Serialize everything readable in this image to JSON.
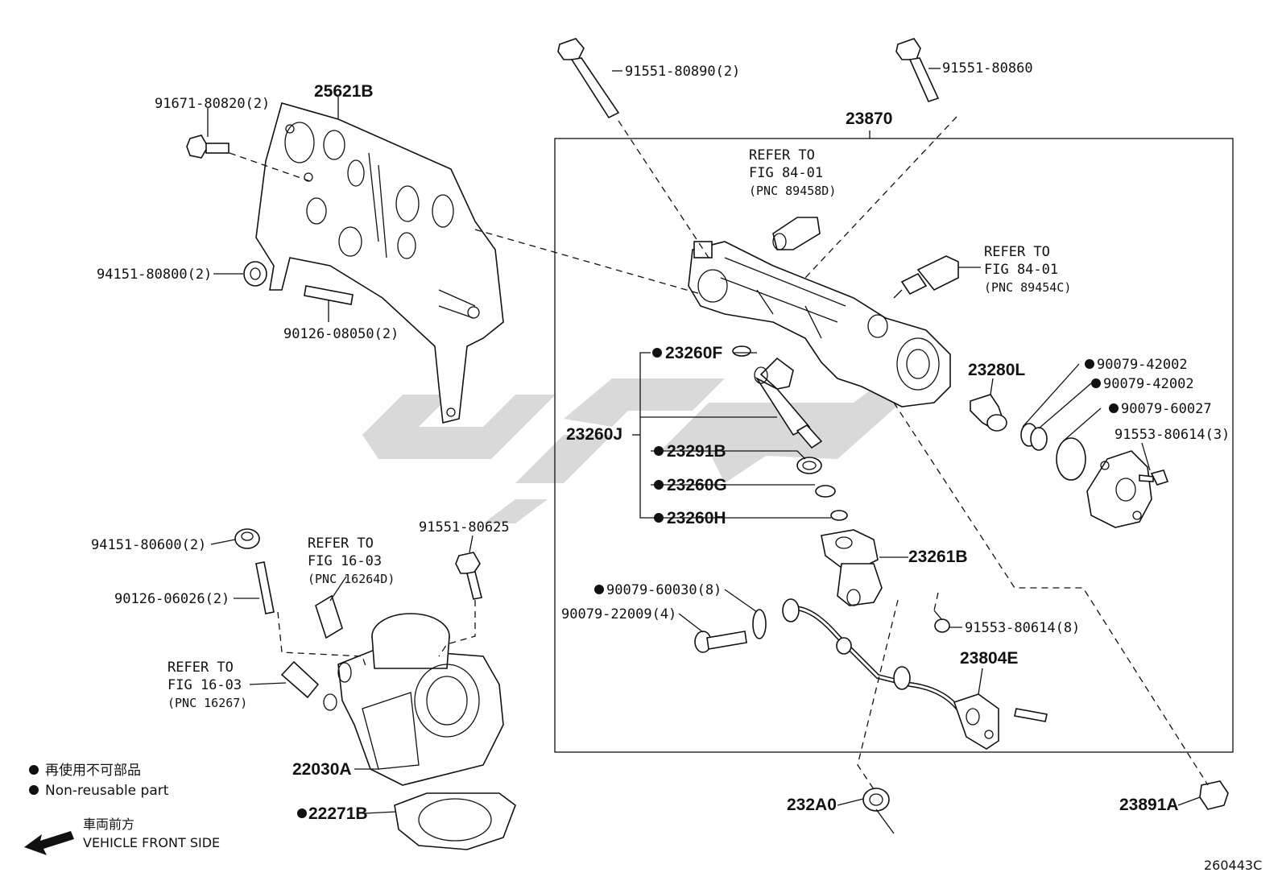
{
  "catalog_id": "260443C",
  "legend": {
    "non_reusable_jp": "再使用不可部品",
    "non_reusable_en": "Non-reusable part",
    "front_jp": "車両前方",
    "front_en": "VEHICLE FRONT SIDE"
  },
  "refs": {
    "fig84_a": {
      "line1": "REFER TO",
      "line2": "FIG 84-01",
      "line3": "(PNC 89458D)"
    },
    "fig84_b": {
      "line1": "REFER TO",
      "line2": "FIG 84-01",
      "line3": "(PNC 89454C)"
    },
    "fig16_a": {
      "line1": "REFER TO",
      "line2": "FIG 16-03",
      "line3": "(PNC 16264D)"
    },
    "fig16_b": {
      "line1": "REFER TO",
      "line2": "FIG 16-03",
      "line3": "(PNC 16267)"
    }
  },
  "parts": {
    "p25621B": "25621B",
    "p91671": "91671-80820(2)",
    "p94151_8": "94151-80800(2)",
    "p90126_08": "90126-08050(2)",
    "p91551_890": "91551-80890(2)",
    "p91551_860": "91551-80860",
    "p23870": "23870",
    "p23260F": "23260F",
    "p23260J": "23260J",
    "p23291B": "23291B",
    "p23260G": "23260G",
    "p23260H": "23260H",
    "p23280L": "23280L",
    "p90079_a": "90079-42002",
    "p90079_b": "90079-42002",
    "p90079_c": "90079-60027",
    "p91553_3": "91553-80614(3)",
    "p23261B": "23261B",
    "p90079_60030": "90079-60030(8)",
    "p90079_22009": "90079-22009(4)",
    "p91553_8": "91553-80614(8)",
    "p23804E": "23804E",
    "p232A0": "232A0",
    "p23891A": "23891A",
    "p94151_6": "94151-80600(2)",
    "p90126_06": "90126-06026(2)",
    "p91551_625": "91551-80625",
    "p22030A": "22030A",
    "p22271B": "22271B"
  }
}
